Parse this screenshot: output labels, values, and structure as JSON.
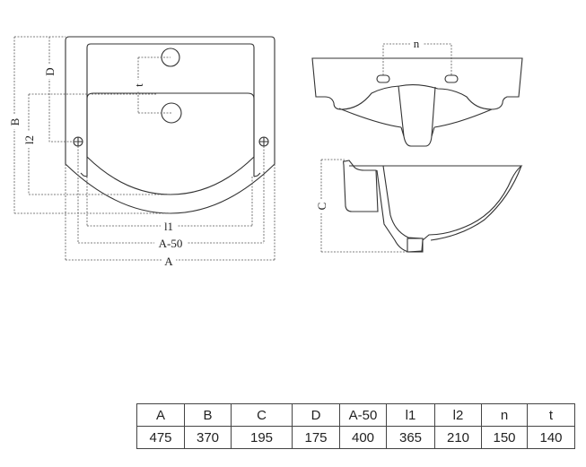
{
  "labels": {
    "B": "B",
    "D": "D",
    "l2": "l2",
    "t": "t",
    "l1": "l1",
    "a50": "A-50",
    "A": "A",
    "n": "n",
    "C": "C"
  },
  "table": {
    "headers": [
      "A",
      "B",
      "C",
      "D",
      "A-50",
      "l1",
      "l2",
      "n",
      "t"
    ],
    "values": [
      "475",
      "370",
      "195",
      "175",
      "400",
      "365",
      "210",
      "150",
      "140"
    ]
  }
}
